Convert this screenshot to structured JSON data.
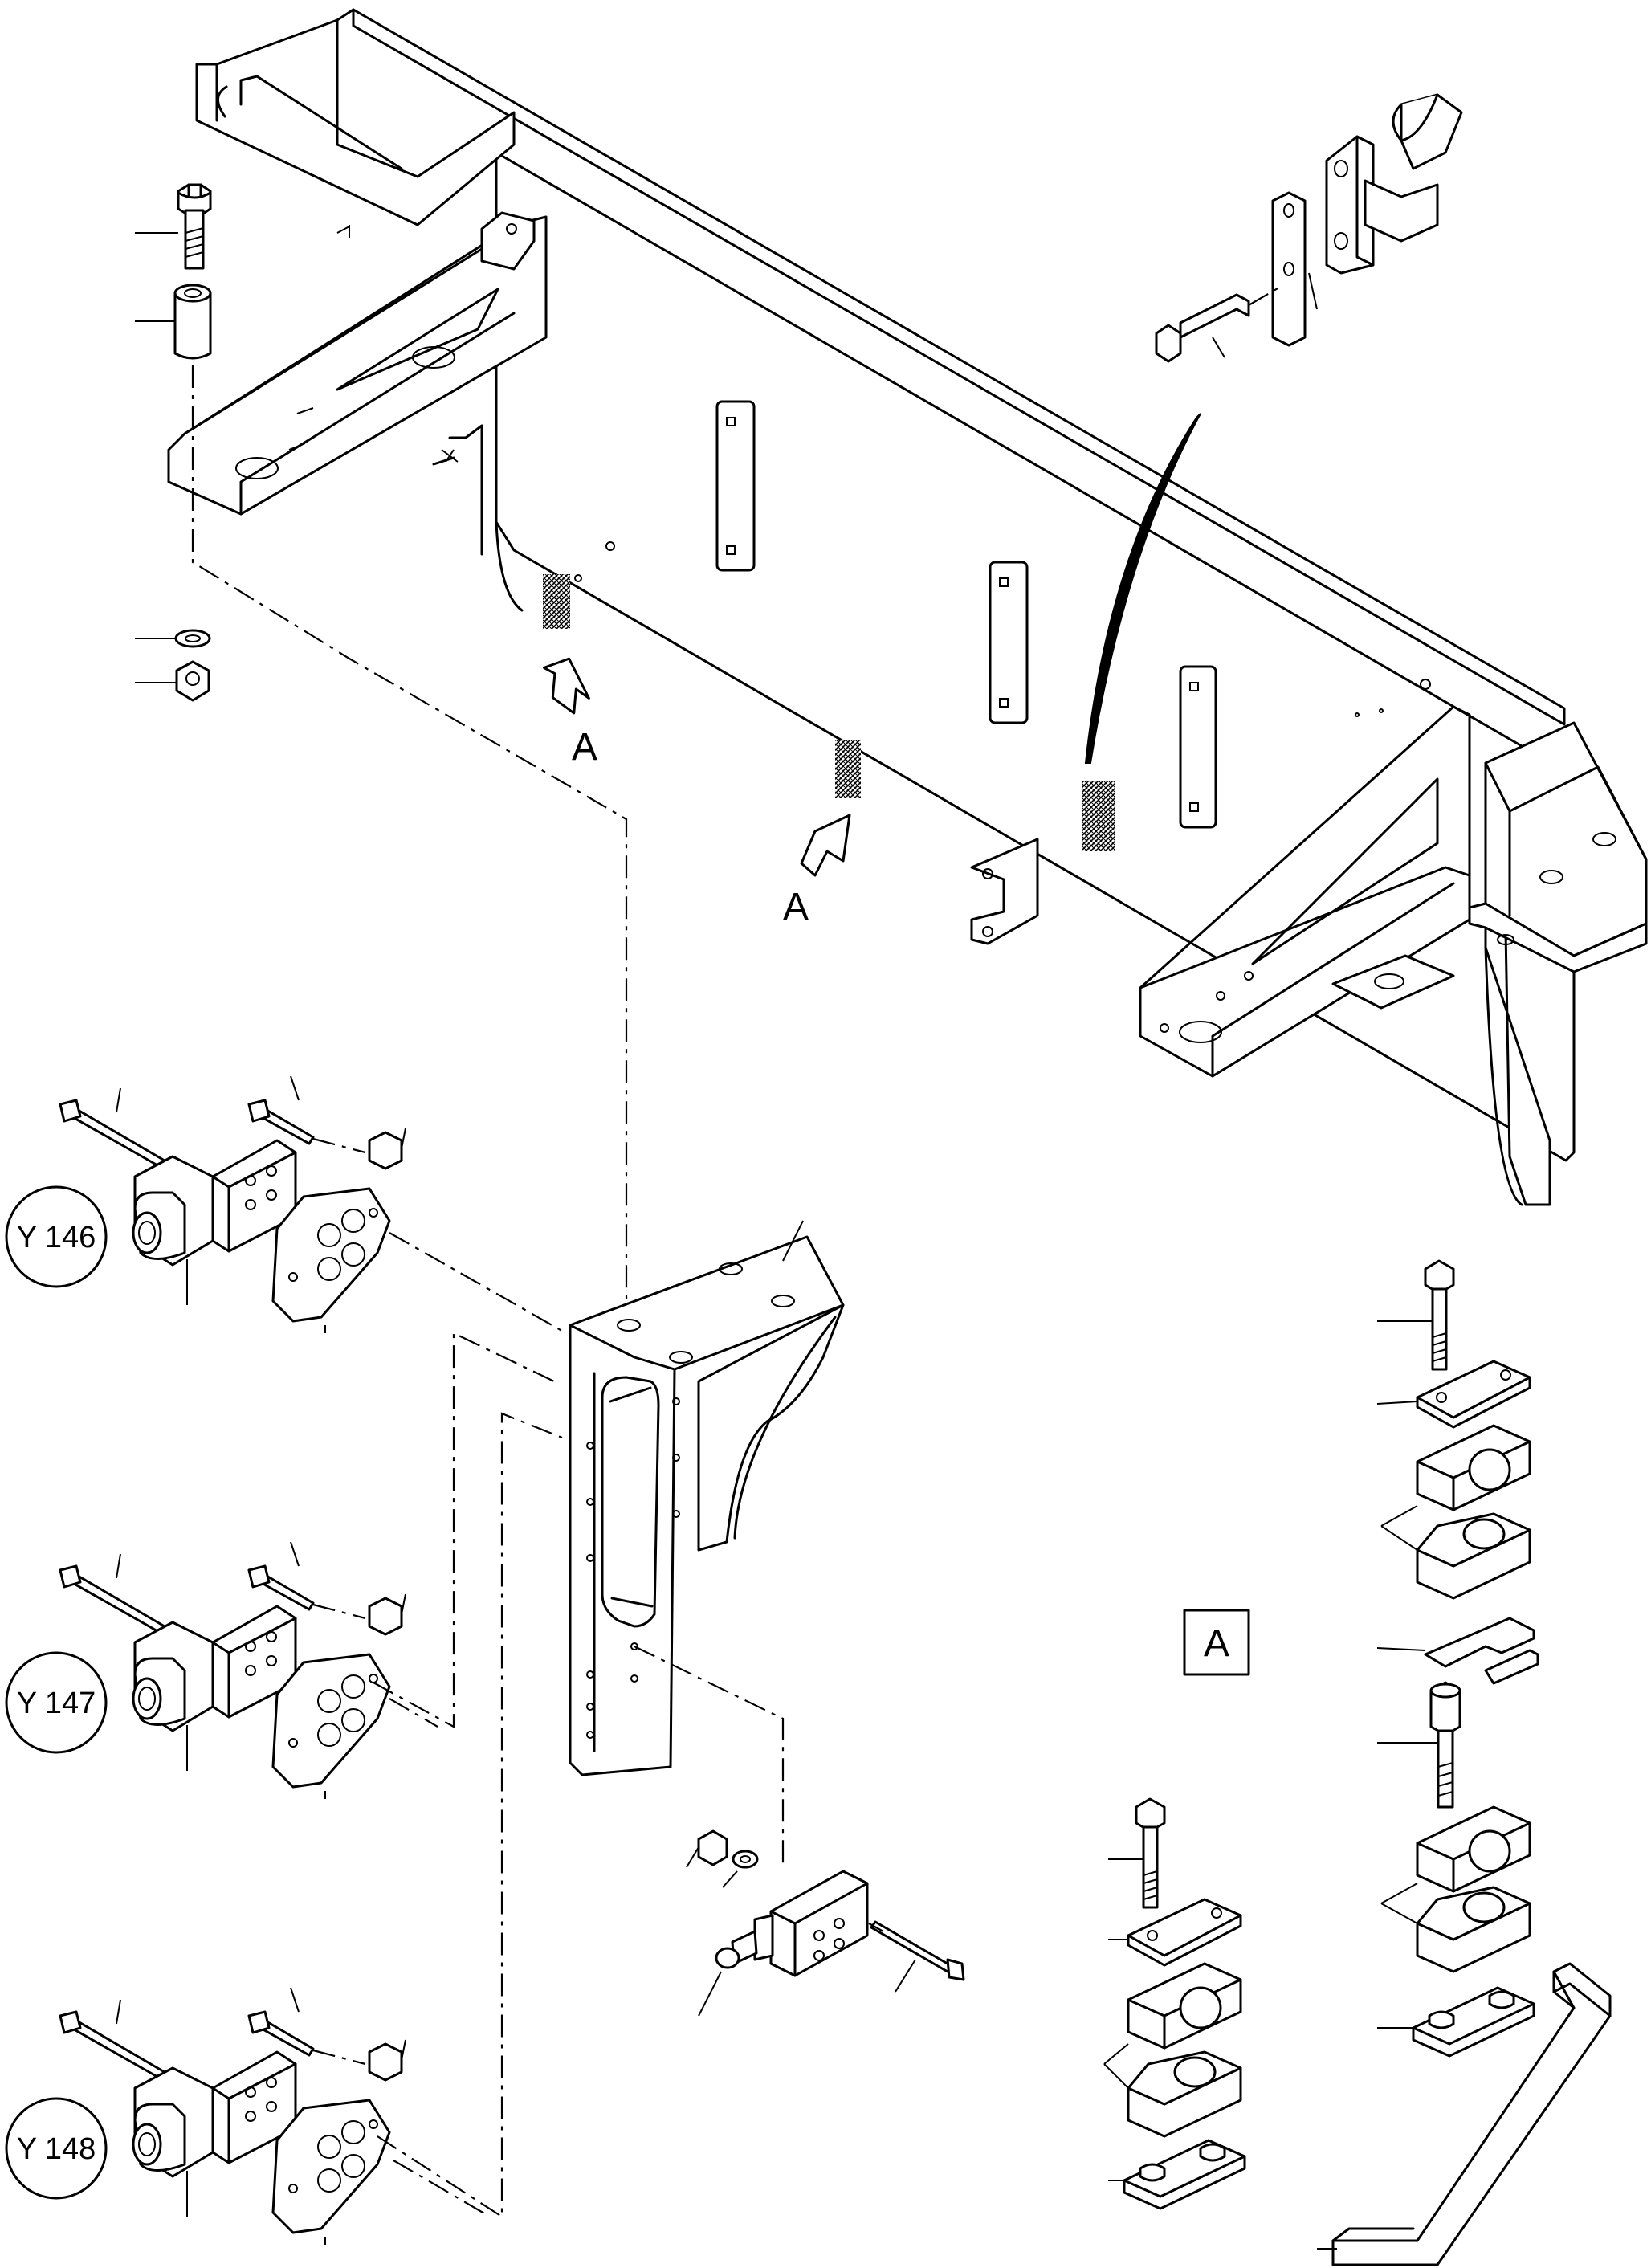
{
  "view_labels": {
    "arrow_a1": "A",
    "arrow_a2": "A",
    "detail_box": "A"
  },
  "components": {
    "y146": "Y 146",
    "y147": "Y 147",
    "y148": "Y 148"
  }
}
